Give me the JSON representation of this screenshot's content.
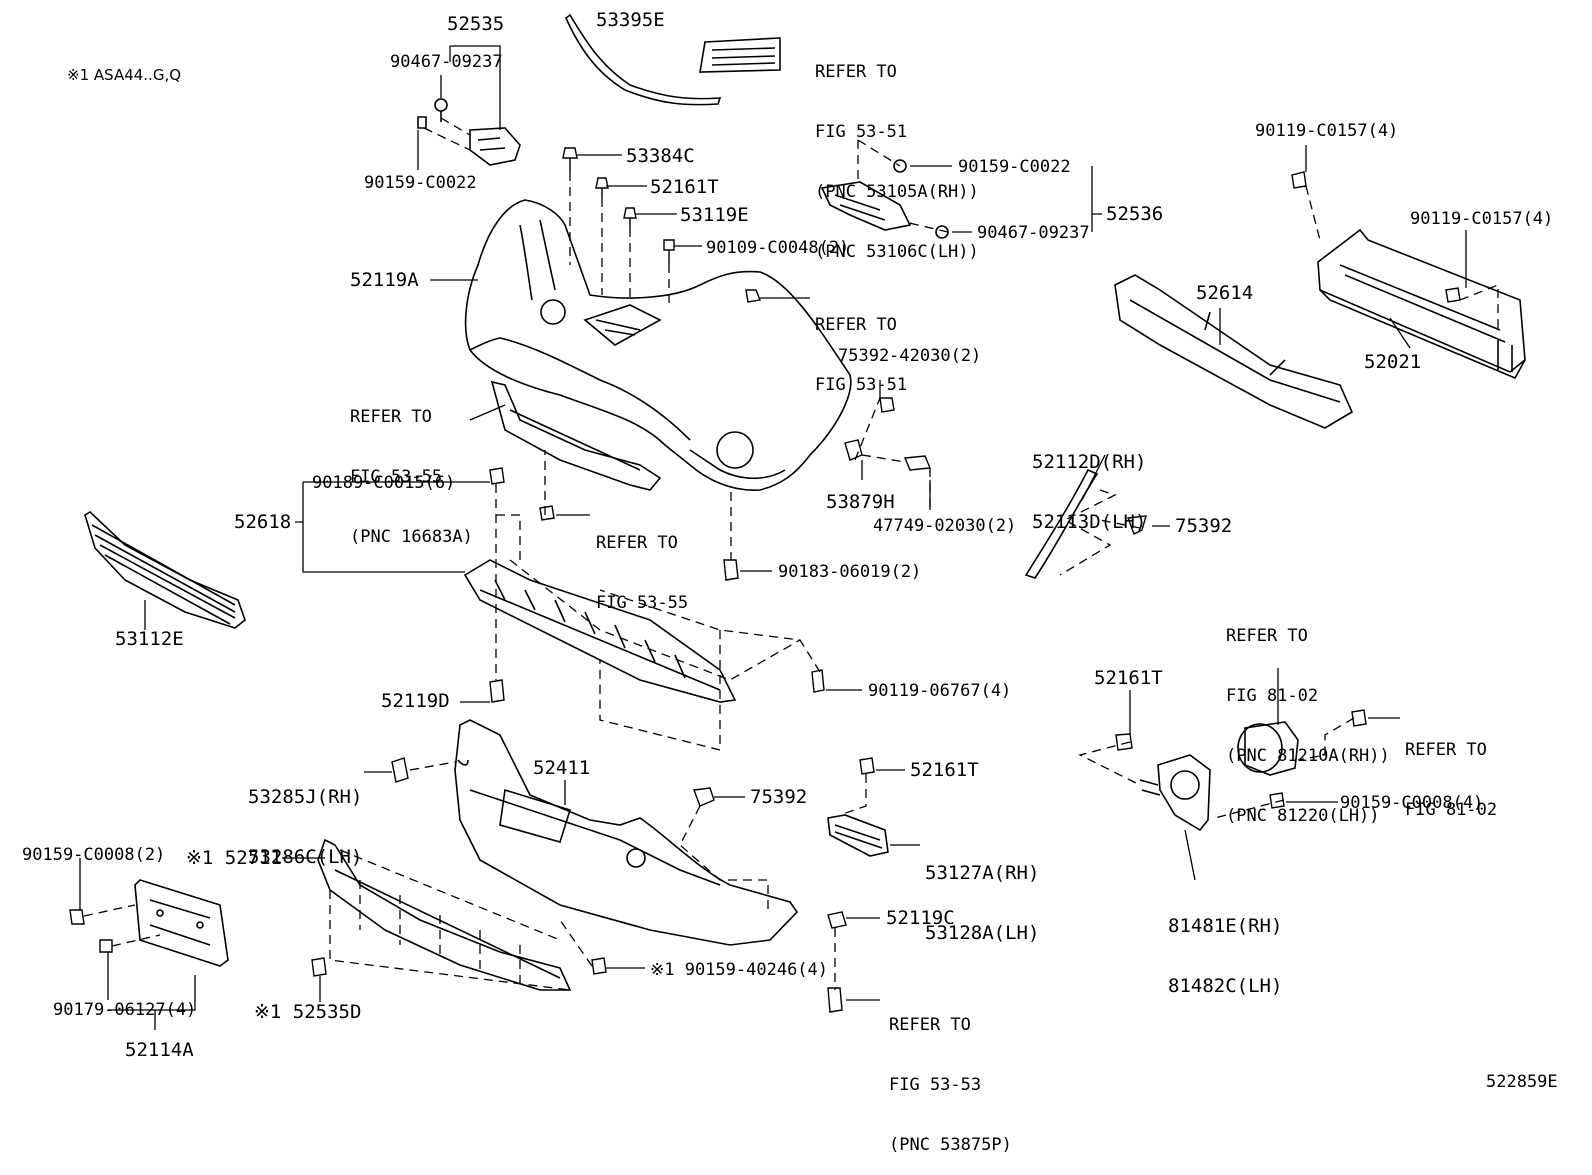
{
  "note": "※1 ASA44..G,Q",
  "diagram_id": "522859E",
  "labels": {
    "p52535": "52535",
    "p53395E": "53395E",
    "refer_grille": [
      "REFER TO",
      "FIG 53-51",
      "(PNC 53105A(RH))",
      "(PNC 53106C(LH))"
    ],
    "p90467_top": "90467-09237",
    "p90159_top": "90159-C0022",
    "p53384C": "53384C",
    "p52161T_top": "52161T",
    "p53119E": "53119E",
    "p90109": "90109-C0048(2)",
    "p52119A": "52119A",
    "refer_5351": [
      "REFER TO",
      "FIG 53-51"
    ],
    "p90159_rt": "90159-C0022",
    "p90467_rt": "90467-09237",
    "p52536": "52536",
    "p90119_top": "90119-C0157(4)",
    "p90119_mid": "90119-C0157(4)",
    "p52614": "52614",
    "p52021": "52021",
    "refer_5355a": [
      "REFER TO",
      "FIG 53-55",
      "(PNC 16683A)"
    ],
    "p75392_42030": "75392-42030(2)",
    "p52112D": [
      "52112D(RH)",
      "52113D(LH)"
    ],
    "p90189": "90189-C0015(6)",
    "refer_5355b": [
      "REFER TO",
      "FIG 53-55"
    ],
    "p53879H": "53879H",
    "p47749": "47749-02030(2)",
    "p52618": "52618",
    "p75392_rt": "75392",
    "p90183": "90183-06019(2)",
    "p53112E": "53112E",
    "refer_8102a": [
      "REFER TO",
      "FIG 81-02",
      "(PNC 81210A(RH))",
      "(PNC 81220(LH))"
    ],
    "p90119_06767": "90119-06767(4)",
    "p52161T_mid": "52161T",
    "refer_8102b": [
      "REFER TO",
      "FIG 81-02"
    ],
    "p52119D": "52119D",
    "p53285J": [
      "53285J(RH)",
      "53286C(LH)"
    ],
    "p52411": "52411",
    "p52161T_low": "52161T",
    "p75392_low": "75392",
    "p90159_C0008_rt": "90159-C0008(4)",
    "p53127A": [
      "53127A(RH)",
      "53128A(LH)"
    ],
    "p90159_C0008_lt": "90159-C0008(2)",
    "p52711": "※1 52711",
    "p81481E": [
      "81481E(RH)",
      "81482C(LH)"
    ],
    "p52119C": "52119C",
    "p90159_40246": "※1 90159-40246(4)",
    "refer_5353": [
      "REFER TO",
      "FIG 53-53",
      "(PNC 53875P)"
    ],
    "p90179": "90179-06127(4)",
    "p52535D": "※1 52535D",
    "p52114A": "52114A"
  }
}
